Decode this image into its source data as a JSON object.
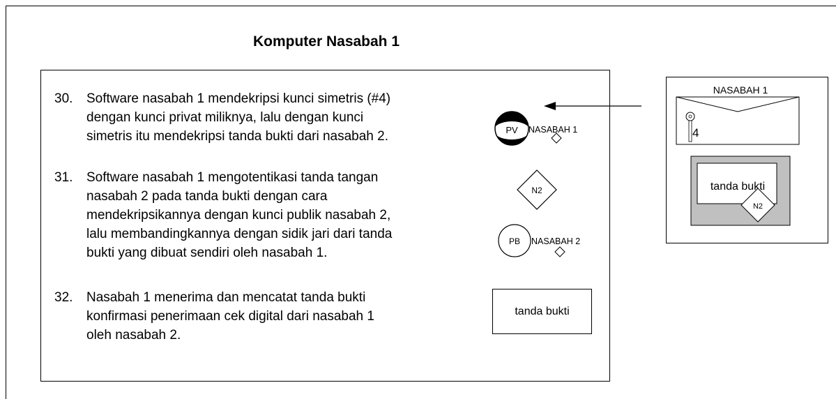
{
  "title": "Komputer Nasabah 1",
  "steps": [
    {
      "number": "30.",
      "lines": [
        "Software nasabah 1 mendekripsi kunci simetris (#4)",
        "dengan kunci privat miliknya, lalu dengan kunci",
        "simetris itu mendekripsi tanda bukti dari nasabah 2."
      ]
    },
    {
      "number": "31.",
      "lines": [
        "Software nasabah 1 mengotentikasi tanda tangan",
        "nasabah 2 pada tanda bukti dengan cara",
        "mendekripsikannya dengan kunci publik nasabah 2,",
        "lalu membandingkannya dengan sidik jari dari tanda",
        "bukti yang dibuat sendiri oleh nasabah 1."
      ]
    },
    {
      "number": "32.",
      "lines": [
        "Nasabah 1 menerima dan mencatat tanda bukti",
        "konfirmasi penerimaan cek digital dari nasabah 1",
        "oleh nasabah 2."
      ]
    }
  ],
  "private_key": {
    "label": "PV",
    "owner": "NASABAH 1"
  },
  "signature": {
    "label": "N2"
  },
  "public_key": {
    "label": "PB",
    "owner": "NASABAH 2"
  },
  "proof_box": {
    "label": "tanda bukti"
  },
  "envelope": {
    "title": "NASABAH 1",
    "key_number": "4"
  },
  "signed_proof": {
    "label": "tanda bukti",
    "signature": "N2"
  }
}
